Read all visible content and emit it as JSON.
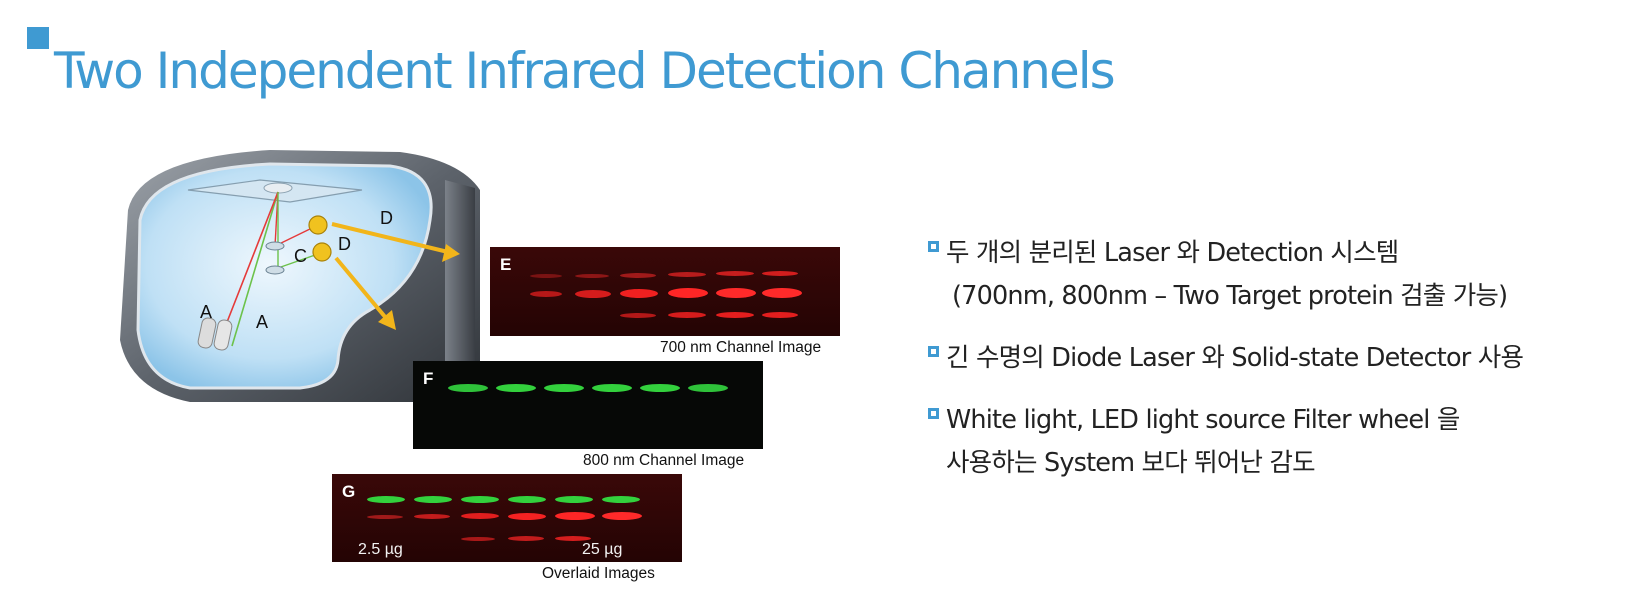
{
  "title": "Two Independent Infrared Detection Channels",
  "figure": {
    "labels": {
      "a1": "A",
      "a2": "A",
      "c": "C",
      "d1": "D",
      "d2": "D"
    },
    "blots": [
      {
        "letter": "E",
        "caption": "700 nm Channel Image",
        "channel": "700 nm"
      },
      {
        "letter": "F",
        "caption": "800 nm Channel Image",
        "channel": "800 nm"
      },
      {
        "letter": "G",
        "caption": "Overlaid Images",
        "channel": "overlay",
        "lane_left": "2.5 µg",
        "lane_right": "25 µg"
      }
    ],
    "colors": {
      "red_band": "#ff1a1a",
      "green_band": "#33d13d",
      "arrow": "#f2b51a",
      "accent": "#3f9ad2"
    }
  },
  "bullets": [
    {
      "lines": [
        "두 개의 분리된 Laser 와 Detection 시스템",
        "(700nm, 800nm – Two Target protein 검출 가능)"
      ]
    },
    {
      "lines": [
        "긴 수명의 Diode Laser 와 Solid-state Detector 사용"
      ]
    },
    {
      "lines": [
        "White light, LED light source Filter wheel 을",
        "사용하는 System 보다 뛰어난 감도"
      ]
    }
  ]
}
